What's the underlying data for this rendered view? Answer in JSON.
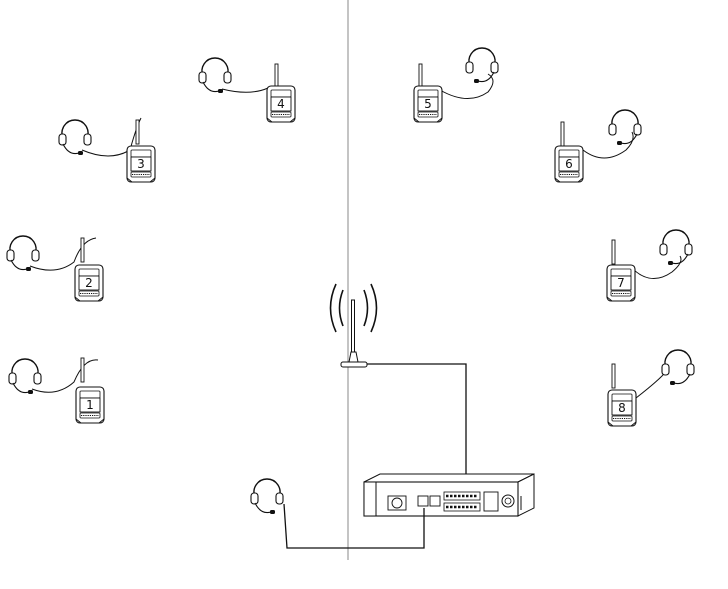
{
  "pack_numbers": [
    "1",
    "2",
    "3",
    "4",
    "5",
    "6",
    "7",
    "8"
  ],
  "icons": {
    "beltpack": "beltpack-icon",
    "headset": "headset-icon",
    "antenna": "antenna-icon",
    "base_station": "base-station-icon"
  },
  "colors": {
    "line": "#111111",
    "fill": "#ffffff",
    "divider": "#888888"
  }
}
